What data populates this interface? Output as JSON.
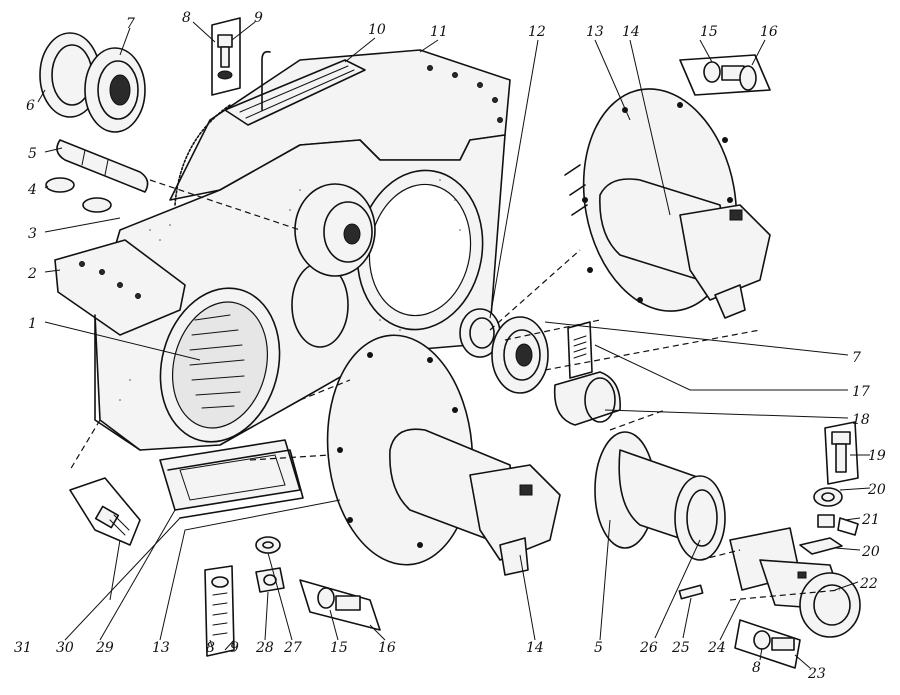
{
  "diagram": {
    "colors": {
      "ink": "#111111",
      "paper": "#ffffff"
    },
    "callouts": [
      {
        "id": "c1",
        "text": "1"
      },
      {
        "id": "c2",
        "text": "2"
      },
      {
        "id": "c3",
        "text": "3"
      },
      {
        "id": "c4",
        "text": "4"
      },
      {
        "id": "c5a",
        "text": "5"
      },
      {
        "id": "c6",
        "text": "6"
      },
      {
        "id": "c7a",
        "text": "7"
      },
      {
        "id": "c8a",
        "text": "8"
      },
      {
        "id": "c9a",
        "text": "9"
      },
      {
        "id": "c10",
        "text": "10"
      },
      {
        "id": "c11",
        "text": "11"
      },
      {
        "id": "c12",
        "text": "12"
      },
      {
        "id": "c13a",
        "text": "13"
      },
      {
        "id": "c14a",
        "text": "14"
      },
      {
        "id": "c15a",
        "text": "15"
      },
      {
        "id": "c16a",
        "text": "16"
      },
      {
        "id": "c7b",
        "text": "7"
      },
      {
        "id": "c17",
        "text": "17"
      },
      {
        "id": "c18",
        "text": "18"
      },
      {
        "id": "c19",
        "text": "19"
      },
      {
        "id": "c20a",
        "text": "20"
      },
      {
        "id": "c21",
        "text": "21"
      },
      {
        "id": "c20b",
        "text": "20"
      },
      {
        "id": "c22",
        "text": "22"
      },
      {
        "id": "c23",
        "text": "23"
      },
      {
        "id": "c8c",
        "text": "8"
      },
      {
        "id": "c24",
        "text": "24"
      },
      {
        "id": "c25",
        "text": "25"
      },
      {
        "id": "c26",
        "text": "26"
      },
      {
        "id": "c5b",
        "text": "5"
      },
      {
        "id": "c14b",
        "text": "14"
      },
      {
        "id": "c16b",
        "text": "16"
      },
      {
        "id": "c15b",
        "text": "15"
      },
      {
        "id": "c27",
        "text": "27"
      },
      {
        "id": "c28",
        "text": "28"
      },
      {
        "id": "c9b",
        "text": "9"
      },
      {
        "id": "c8b",
        "text": "8"
      },
      {
        "id": "c13b",
        "text": "13"
      },
      {
        "id": "c29",
        "text": "29"
      },
      {
        "id": "c30",
        "text": "30"
      },
      {
        "id": "c31",
        "text": "31"
      }
    ]
  }
}
